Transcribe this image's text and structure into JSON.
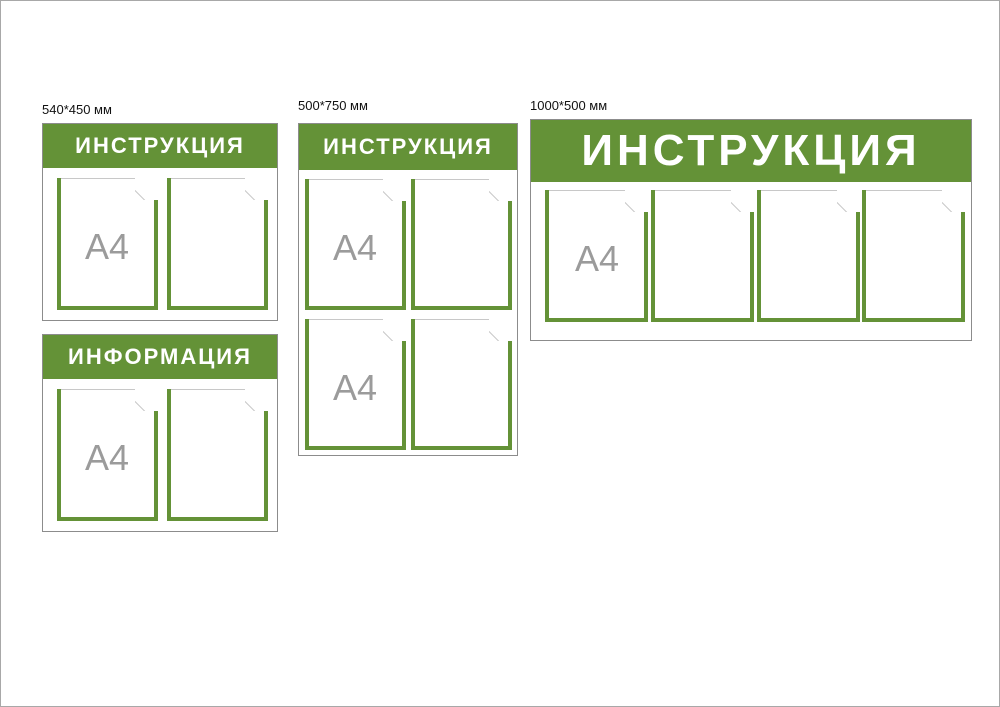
{
  "boards": [
    {
      "size_label": "540*450 мм",
      "title": "ИНСТРУКЦИЯ",
      "pocket_labels": [
        "А4",
        ""
      ]
    },
    {
      "title": "ИНФОРМАЦИЯ",
      "pocket_labels": [
        "А4",
        ""
      ]
    },
    {
      "size_label": "500*750 мм",
      "title": "ИНСТРУКЦИЯ",
      "pocket_labels": [
        "А4",
        "",
        "А4",
        ""
      ]
    },
    {
      "size_label": "1000*500 мм",
      "title": "ИНСТРУКЦИЯ",
      "pocket_labels": [
        "А4",
        "",
        "",
        ""
      ]
    }
  ],
  "colors": {
    "band": "#649237",
    "pocket_border": "#649237",
    "a4_text": "#9b9b9b"
  }
}
